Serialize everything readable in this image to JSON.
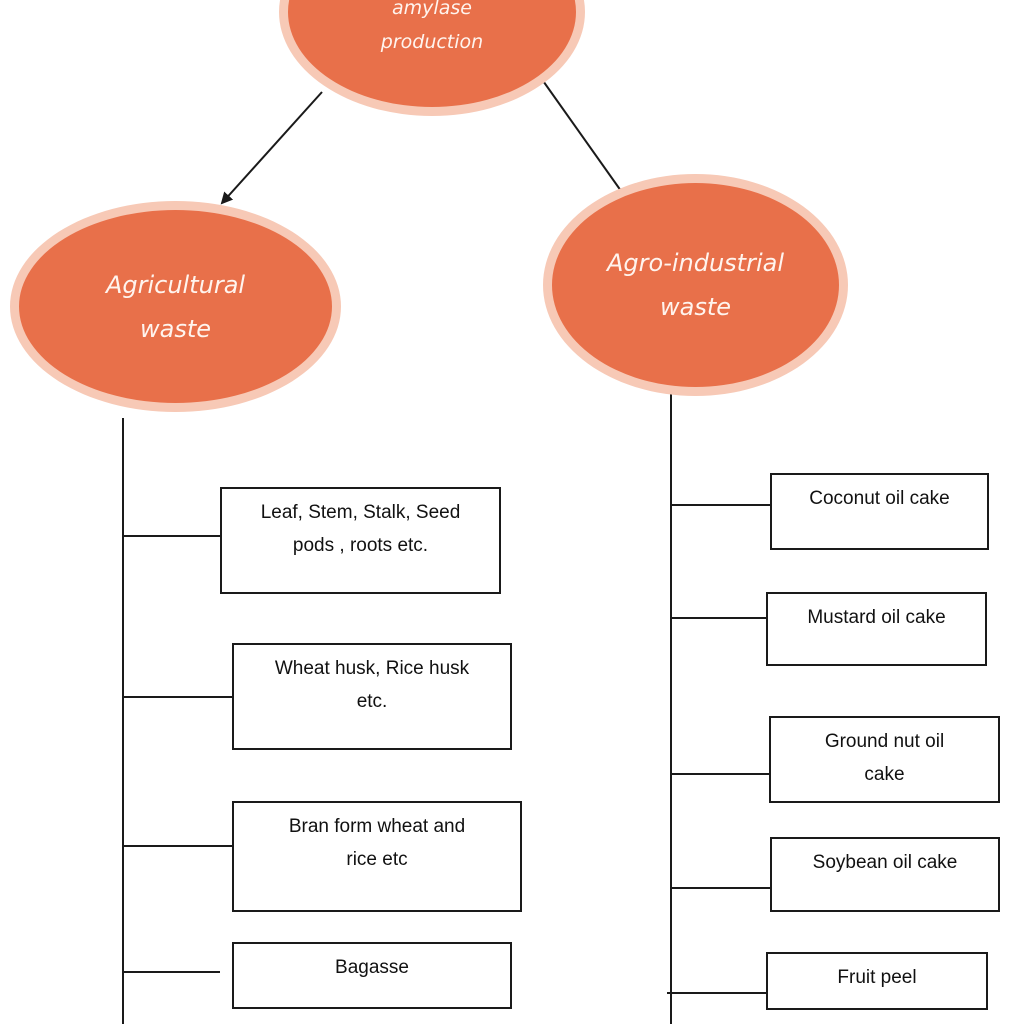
{
  "diagram": {
    "root": {
      "label": "amylase\nproduction"
    },
    "branches": [
      {
        "label": "Agricultural\nwaste",
        "items": [
          "Leaf, Stem, Stalk, Seed\npods , roots etc.",
          "Wheat  husk, Rice husk\netc.",
          "Bran form wheat and\nrice etc",
          "Bagasse"
        ]
      },
      {
        "label": "Agro-industrial\nwaste",
        "items": [
          "Coconut oil cake",
          "Mustard oil cake",
          "Ground nut oil\ncake",
          "Soybean oil cake",
          "Fruit peel"
        ]
      }
    ],
    "colors": {
      "node_fill": "#e8704a",
      "node_ring": "#f7c9b6",
      "node_text": "#fff4ee",
      "line": "#1a1a1a"
    }
  }
}
